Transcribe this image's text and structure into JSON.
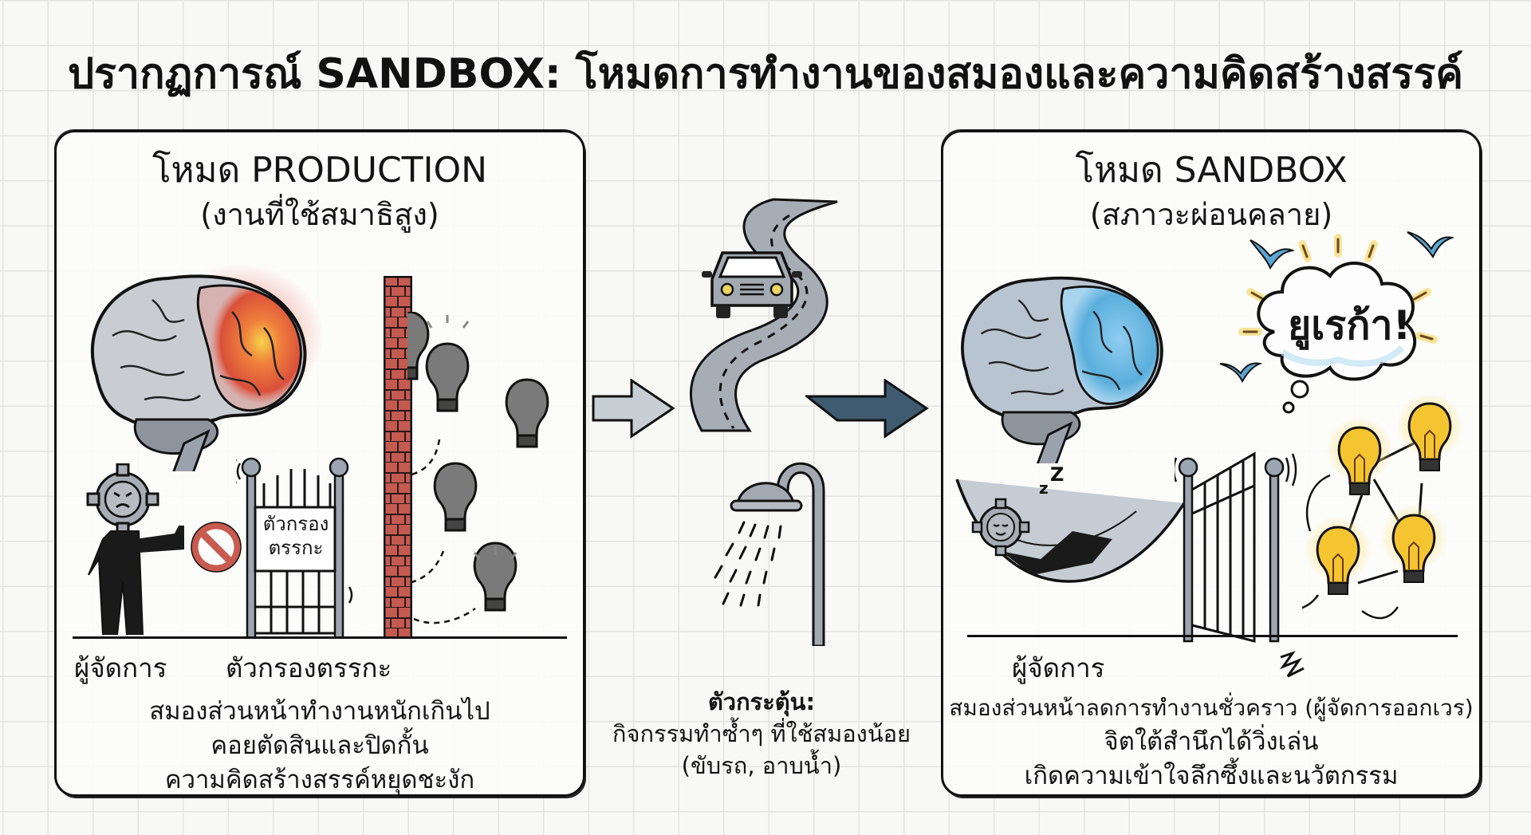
{
  "title": "ปรากฏการณ์ SANDBOX: โหมดการทำงานของสมองและความคิดสร้างสรรค์",
  "colors": {
    "background": "#f8f8f6",
    "grid": "#e3e3e0",
    "ink": "#111111",
    "brain_hot": "#e8633a",
    "brain_cool": "#5aaedc",
    "brick": "#c2544a",
    "bulb_off": "#6f6f6f",
    "bulb_on": "#f5c431",
    "bird": "#5aa7d6",
    "arrow_dark": "#2f4a5e",
    "arrow_light": "#c2ccd3"
  },
  "production_panel": {
    "title": "โหมด PRODUCTION",
    "subtitle": "(งานที่ใช้สมาธิสูง)",
    "illustration": {
      "brain_state": "overactive-prefrontal (red glow)",
      "gate_sign": [
        "ตัวกรอง",
        "ตรรกะ"
      ],
      "ideas_blocked_count": 4,
      "icons": [
        "brain-icon",
        "gear-head-manager-icon",
        "no-entry-icon",
        "gate-icon",
        "brick-wall-icon",
        "lightbulb-off-icon"
      ]
    },
    "labels": {
      "manager": "ผู้จัดการ",
      "logic_filter": "ตัวกรองตรรกะ"
    },
    "description": [
      "สมองส่วนหน้าทำงานหนักเกินไป",
      "คอยตัดสินและปิดกั้น",
      "ความคิดสร้างสรรค์หยุดชะงัก"
    ]
  },
  "trigger": {
    "heading": "ตัวกระตุ้น:",
    "line1": "กิจกรรมทำซ้ำๆ ที่ใช้สมองน้อย",
    "line2": "(ขับรถ, อาบน้ำ)",
    "icons": [
      "arrow-right-icon",
      "car-icon",
      "winding-road-icon",
      "shower-icon",
      "arrow-right-dark-icon"
    ]
  },
  "sandbox_panel": {
    "title": "โหมด SANDBOX",
    "subtitle": "(สภาวะผ่อนคลาย)",
    "illustration": {
      "brain_state": "relaxed (blue)",
      "eureka_text": "ยูเรก้า!",
      "sleep_text": [
        "z",
        "Z"
      ],
      "ideas_connected_count": 4,
      "icons": [
        "brain-icon",
        "sleeping-manager-icon",
        "hammock-icon",
        "open-gate-icon",
        "thought-cloud-icon",
        "bird-icon",
        "lightbulb-on-icon"
      ]
    },
    "labels": {
      "manager": "ผู้จัดการ"
    },
    "description": [
      "สมองส่วนหน้าลดการทำงานชั่วคราว (ผู้จัดการออกเวร)",
      "จิตใต้สำนึกได้วิ่งเล่น",
      "เกิดความเข้าใจลึกซึ้งและนวัตกรรม"
    ]
  }
}
